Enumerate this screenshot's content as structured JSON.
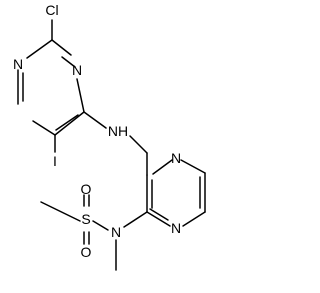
{
  "molecule": {
    "atoms": {
      "cl": "Cl",
      "n_pyrim_1": "N",
      "n_pyrim_3": "N",
      "iodine": "I",
      "nh": "NH",
      "n_pyraz_1": "N",
      "n_pyraz_4": "N",
      "n_sulfonamide": "N",
      "sulfur": "S",
      "oxygen_1": "O",
      "oxygen_2": "O"
    },
    "colors": {
      "bond": "#000000",
      "text": "#000000",
      "background": "#ffffff"
    }
  }
}
